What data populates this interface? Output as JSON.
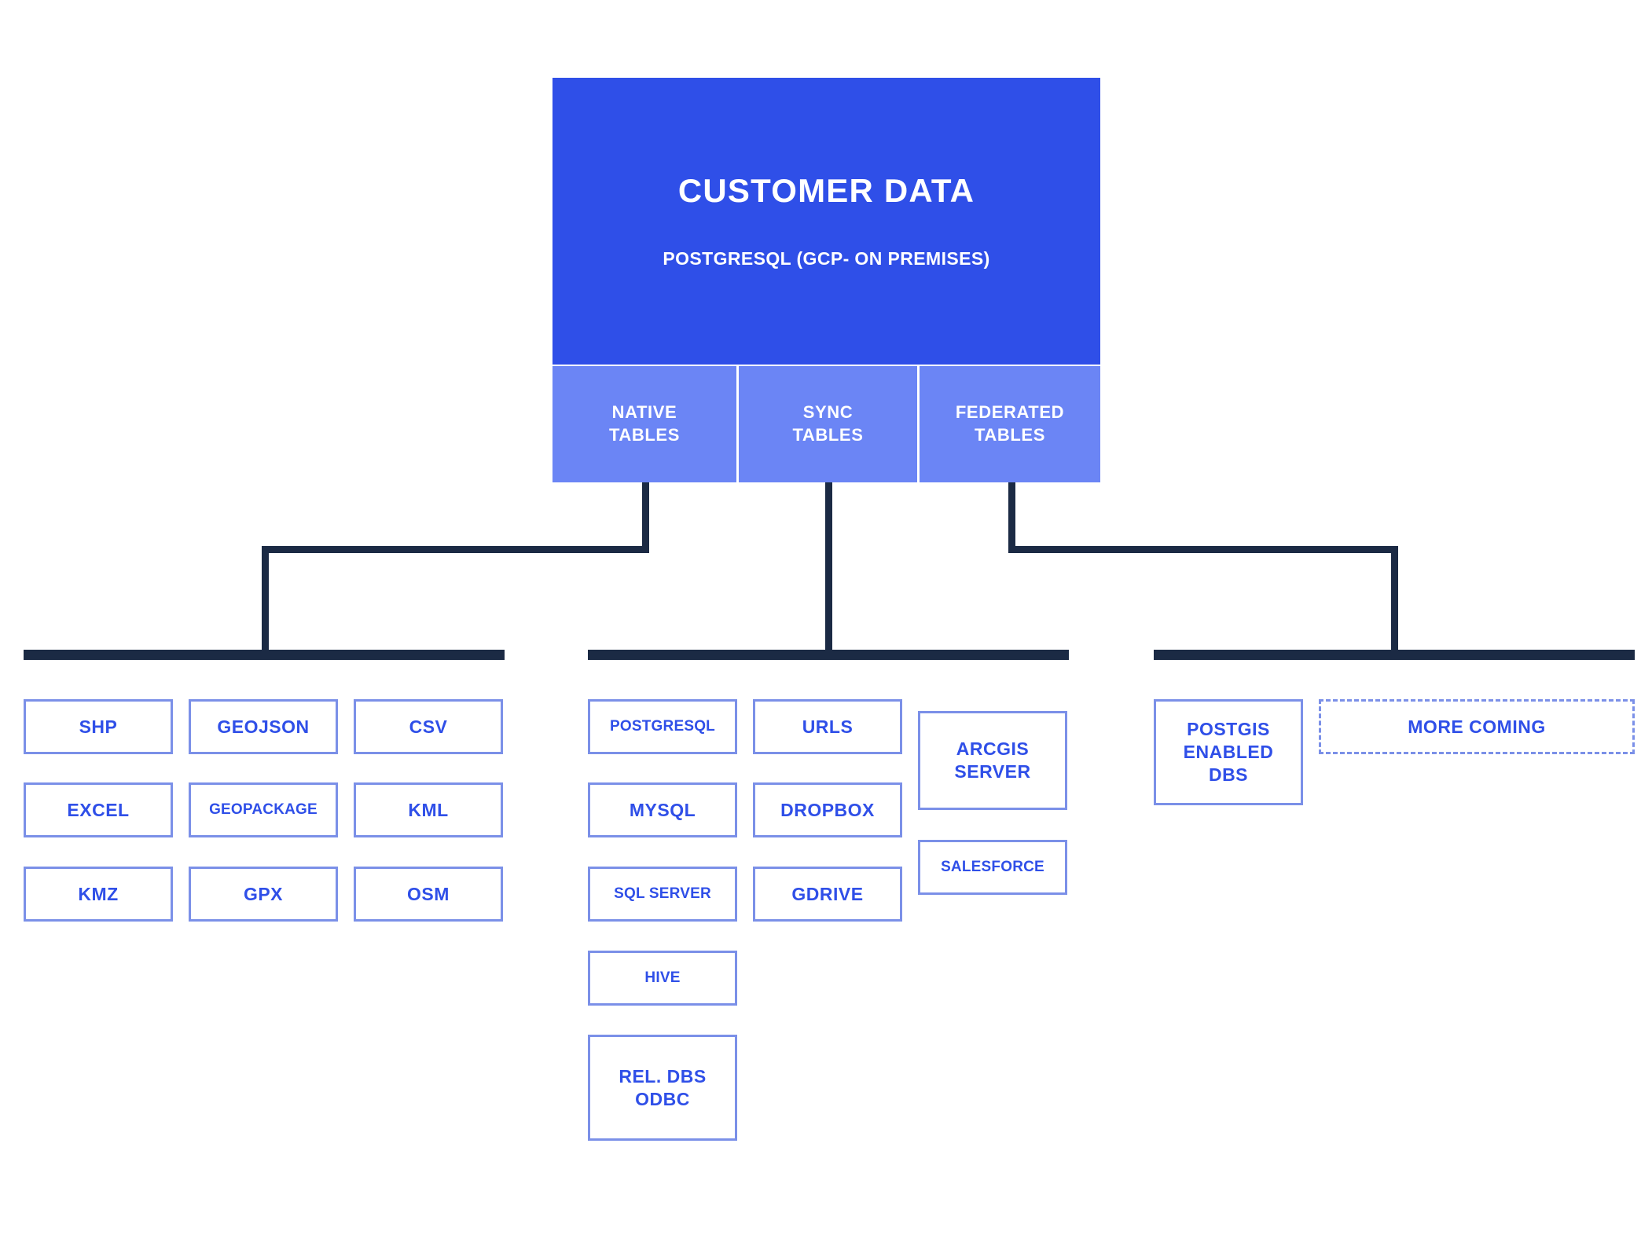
{
  "diagram": {
    "root": {
      "title": "CUSTOMER DATA",
      "subtitle": "POSTGRESQL (GCP- ON PREMISES)"
    },
    "channels": [
      {
        "label": "NATIVE\nTABLES",
        "line1": "NATIVE",
        "line2": "TABLES"
      },
      {
        "label": "SYNC\nTABLES",
        "line1": "SYNC",
        "line2": "TABLES"
      },
      {
        "label": "FEDERATED\nTABLES",
        "line1": "FEDERATED",
        "line2": "TABLES"
      }
    ],
    "groups": [
      {
        "name": "native-tables-group",
        "columns": [
          {
            "items": [
              {
                "label": "SHP",
                "size": "normal",
                "style": "solid"
              },
              {
                "label": "EXCEL",
                "size": "normal",
                "style": "solid"
              },
              {
                "label": "KMZ",
                "size": "normal",
                "style": "solid"
              }
            ]
          },
          {
            "items": [
              {
                "label": "GEOJSON",
                "size": "normal",
                "style": "solid"
              },
              {
                "label": "GEOPACKAGE",
                "size": "small",
                "style": "solid"
              },
              {
                "label": "GPX",
                "size": "normal",
                "style": "solid"
              }
            ]
          },
          {
            "items": [
              {
                "label": "CSV",
                "size": "normal",
                "style": "solid"
              },
              {
                "label": "KML",
                "size": "normal",
                "style": "solid"
              },
              {
                "label": "OSM",
                "size": "normal",
                "style": "solid"
              }
            ]
          }
        ]
      },
      {
        "name": "sync-tables-group",
        "columns": [
          {
            "items": [
              {
                "label": "POSTGRESQL",
                "size": "small",
                "style": "solid"
              },
              {
                "label": "MYSQL",
                "size": "normal",
                "style": "solid"
              },
              {
                "label": "SQL SERVER",
                "size": "small",
                "style": "solid"
              },
              {
                "label": "HIVE",
                "size": "small",
                "style": "solid"
              },
              {
                "label": "REL. DBS\nODBC",
                "line1": "REL. DBS",
                "line2": "ODBC",
                "size": "normal",
                "style": "solid"
              }
            ]
          },
          {
            "items": [
              {
                "label": "URLS",
                "size": "normal",
                "style": "solid"
              },
              {
                "label": "DROPBOX",
                "size": "normal",
                "style": "solid"
              },
              {
                "label": "GDRIVE",
                "size": "normal",
                "style": "solid"
              }
            ]
          },
          {
            "items": [
              {
                "label": "ARCGIS\nSERVER",
                "line1": "ARCGIS",
                "line2": "SERVER",
                "size": "normal",
                "style": "solid"
              },
              {
                "label": "SALESFORCE",
                "size": "small",
                "style": "solid"
              }
            ]
          }
        ]
      },
      {
        "name": "federated-tables-group",
        "columns": [
          {
            "items": [
              {
                "label": "POSTGIS\nENABLED\nDBS",
                "line1": "POSTGIS",
                "line2": "ENABLED",
                "line3": "DBS",
                "size": "normal",
                "style": "solid"
              }
            ]
          },
          {
            "items": [
              {
                "label": "MORE COMING",
                "size": "normal",
                "style": "dashed"
              }
            ]
          }
        ]
      }
    ],
    "colors": {
      "root_fill": "#2f4fe8",
      "channel_fill": "#6b85f5",
      "connector": "#1b2a44",
      "leaf_border": "#7b90e8",
      "leaf_text": "#2f4fe8",
      "background": "#ffffff"
    }
  }
}
